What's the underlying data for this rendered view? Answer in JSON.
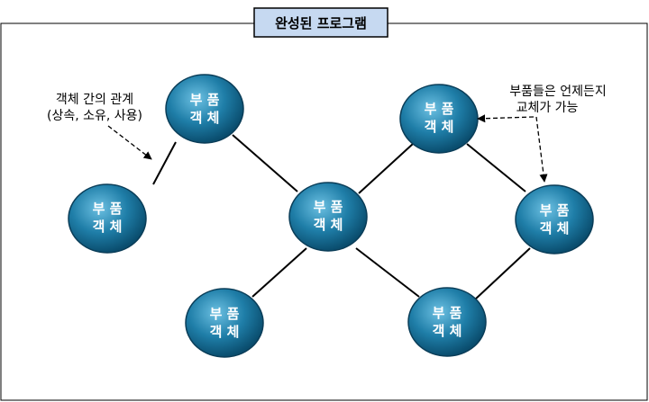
{
  "title": "완성된 프로그램",
  "colors": {
    "title_bg": "#c6d9f1",
    "node_dark": "#0a4d6e",
    "node_mid": "#1f7ea8",
    "node_light": "#6cc0e2",
    "line": "#000000"
  },
  "nodes": [
    {
      "id": "n1",
      "line1": "부 품",
      "line2": "객 체"
    },
    {
      "id": "n2",
      "line1": "부 품",
      "line2": "객 체"
    },
    {
      "id": "n3",
      "line1": "부 품",
      "line2": "객 체"
    },
    {
      "id": "n4",
      "line1": "부 품",
      "line2": "객 체"
    },
    {
      "id": "n5",
      "line1": "부 품",
      "line2": "객 체"
    },
    {
      "id": "n6",
      "line1": "부 품",
      "line2": "객 체"
    },
    {
      "id": "n7",
      "line1": "부 품",
      "line2": "객 체"
    }
  ],
  "annotations": {
    "left": {
      "line1": "객체 간의 관계",
      "line2": "(상속, 소유, 사용)"
    },
    "right": {
      "line1": "부품들은 언제든지",
      "line2": "교체가 가능"
    }
  }
}
